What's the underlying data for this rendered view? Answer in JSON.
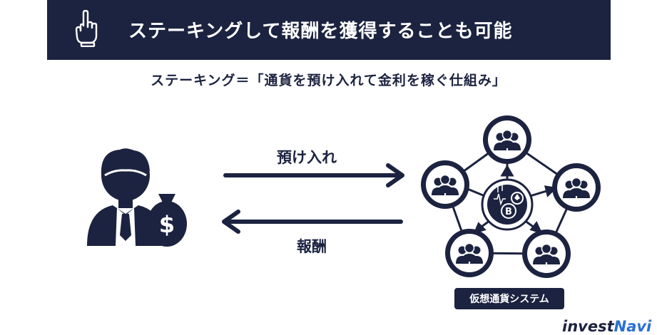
{
  "header": {
    "title": "ステーキングして報酬を獲得することも可能",
    "icon": "pointing-hand-icon"
  },
  "subtitle": "ステーキング＝「通貨を預け入れて金利を稼ぐ仕組み」",
  "diagram": {
    "deposit_label": "預け入れ",
    "reward_label": "報酬",
    "system_label": "仮想通貨システム",
    "person_icon": "investor-with-moneybag-icon",
    "node_icon": "user-group-icon",
    "center_icon": "crypto-coins-icon",
    "colors": {
      "navy": "#1c2340",
      "white": "#ffffff"
    }
  },
  "watermark": {
    "part1": "invest",
    "part2": "Navi"
  }
}
